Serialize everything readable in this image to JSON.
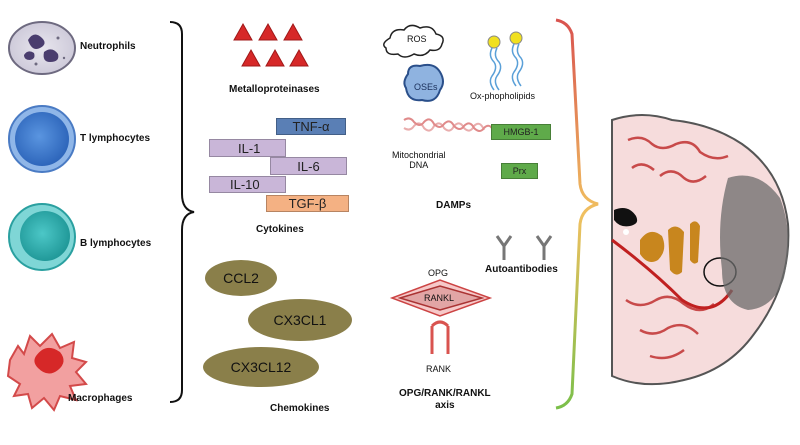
{
  "cells": {
    "neutrophils": "Neutrophils",
    "t_lymphocytes": "T lymphocytes",
    "b_lymphocytes": "B lymphocytes",
    "macrophages": "Macrophages"
  },
  "mediators": {
    "metalloproteinases": "Metalloproteinases",
    "cytokines": {
      "title": "Cytokines",
      "items": [
        "TNF-α",
        "IL-1",
        "IL-6",
        "IL-10",
        "TGF-β"
      ]
    },
    "chemokines": {
      "title": "Chemokines",
      "items": [
        "CCL2",
        "CX3CL1",
        "CX3CL12"
      ]
    },
    "damps": {
      "title": "DAMPs",
      "ros": "ROS",
      "oses": "OSEs",
      "ox_phospholipids": "Ox-phopholipids",
      "mitochondrial_dna": [
        "Mitochondrial",
        "DNA"
      ],
      "hmgb1": "HMGB-1",
      "prx": "Prx"
    },
    "autoantibodies": "Autoantibodies",
    "opg_axis": {
      "opg": "OPG",
      "rankl": "RANKL",
      "rank": "RANK",
      "title": [
        "OPG/RANK/RANKL",
        "axis"
      ]
    }
  },
  "colors": {
    "brace_green": "#7bbf4a",
    "brace_red": "#d9534f",
    "cytokine_purple": "#c9b6d8",
    "tnf_blue": "#5a7fb5",
    "tgf_orange": "#f4b183",
    "damp_green": "#5faa4a",
    "chemokine_olive": "#8a7f4a",
    "mmp_red": "#d62828"
  }
}
